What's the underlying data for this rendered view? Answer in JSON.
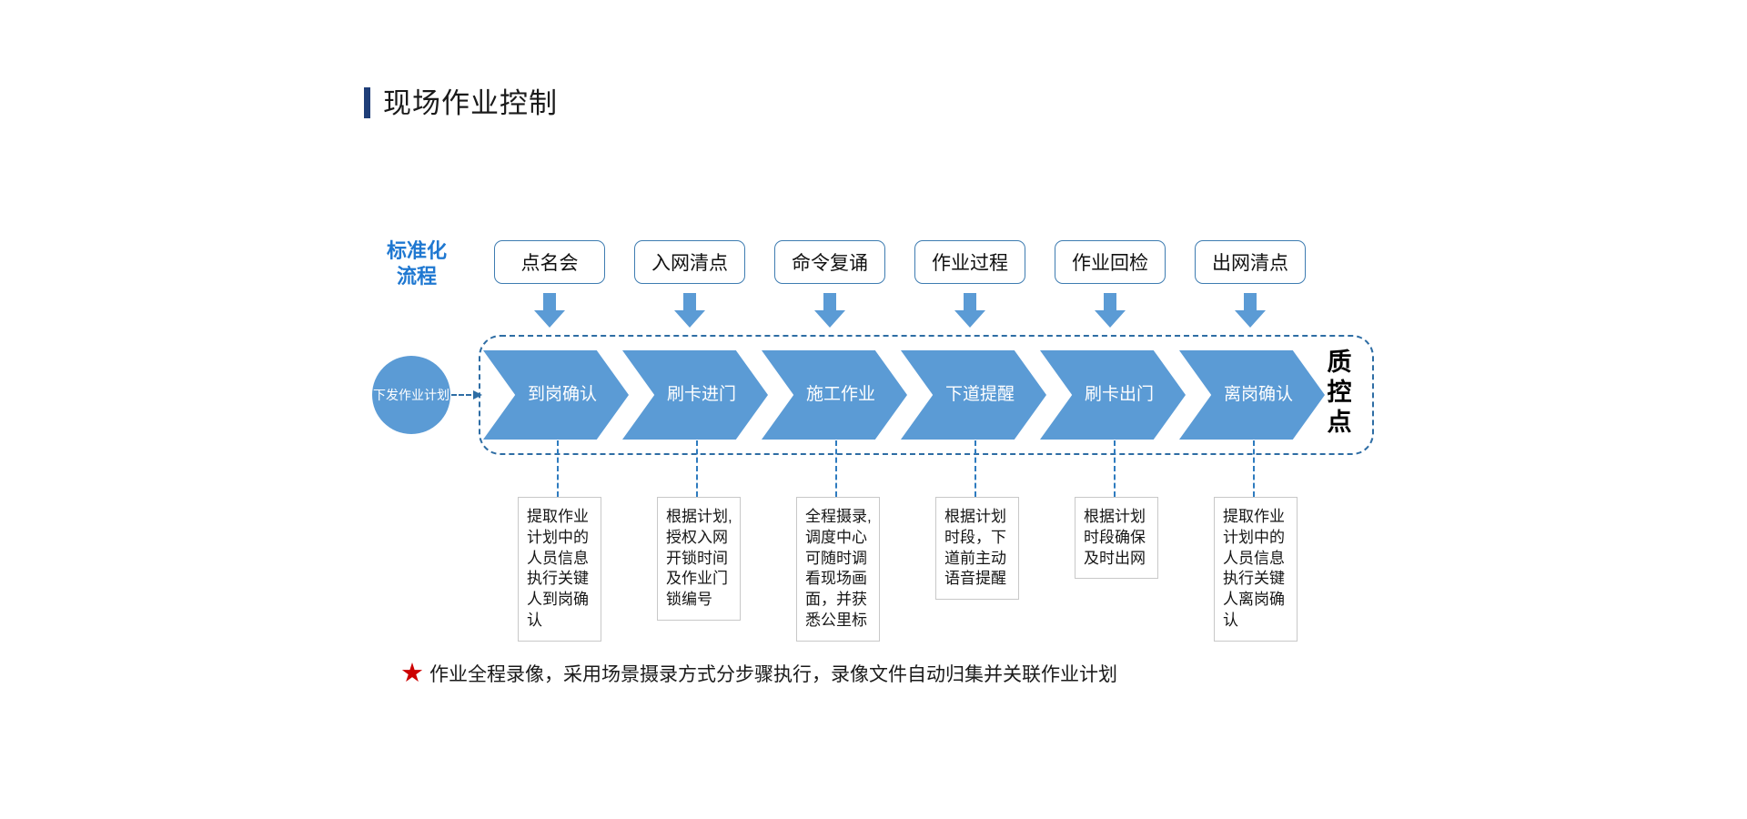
{
  "page": {
    "title": "现场作业控制",
    "accent_title_bar_color": "#1F3E78",
    "flow_color": "#5B9BD5",
    "dash_color": "#2E6DA4",
    "label_blue": "#1F78D1",
    "star_color": "#CC0000"
  },
  "flow_label": {
    "line1": "标准化",
    "line2": "流程"
  },
  "top_steps": [
    {
      "label": "点名会",
      "arrow_icon": "down-arrow-icon"
    },
    {
      "label": "入网清点",
      "arrow_icon": "down-arrow-icon"
    },
    {
      "label": "命令复诵",
      "arrow_icon": "down-arrow-icon"
    },
    {
      "label": "作业过程",
      "arrow_icon": "down-arrow-icon"
    },
    {
      "label": "作业回检",
      "arrow_icon": "down-arrow-icon"
    },
    {
      "label": "出网清点",
      "arrow_icon": "down-arrow-icon"
    }
  ],
  "start_node": {
    "label": "下发作业计划",
    "connector_icon": "dashed-arrow-right-icon"
  },
  "quality_control": {
    "label": "质控点"
  },
  "chevron_steps": [
    {
      "label": "到岗确认"
    },
    {
      "label": "刷卡进门"
    },
    {
      "label": "施工作业"
    },
    {
      "label": "下道提醒"
    },
    {
      "label": "刷卡出门"
    },
    {
      "label": "离岗确认"
    }
  ],
  "descriptions": [
    {
      "text": "提取作业计划中的人员信息执行关键人到岗确认"
    },
    {
      "text": "根据计划,授权入网开锁时间及作业门锁编号"
    },
    {
      "text": "全程摄录,调度中心可随时调看现场画面，并获悉公里标"
    },
    {
      "text": "根据计划时段，下道前主动语音提醒"
    },
    {
      "text": "根据计划时段确保及时出网"
    },
    {
      "text": "提取作业计划中的人员信息执行关键人离岗确认"
    }
  ],
  "footer": {
    "star_icon": "star-icon",
    "text": "作业全程录像，采用场景摄录方式分步骤执行，录像文件自动归集并关联作业计划"
  }
}
